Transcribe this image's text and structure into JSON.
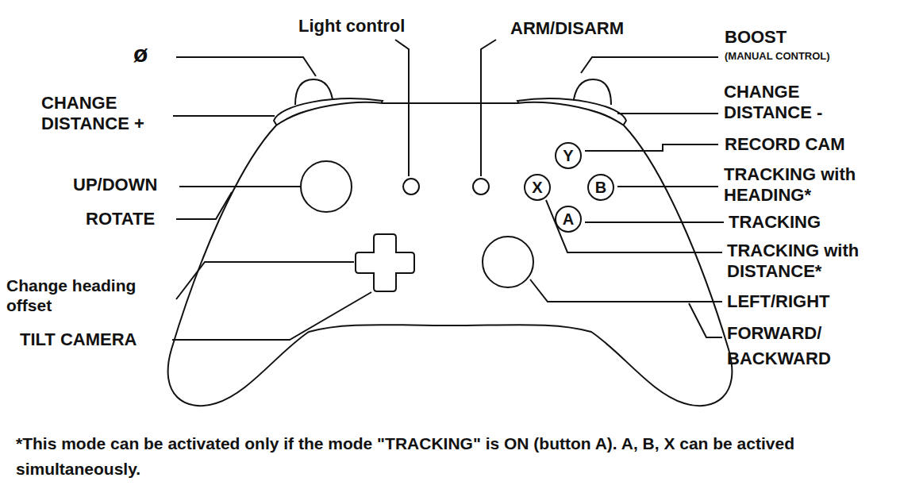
{
  "diagram": {
    "nodes": [
      {
        "text": [
          "Y"
        ]
      },
      {
        "text": [
          "X"
        ]
      },
      {
        "text": [
          "B"
        ]
      },
      {
        "text": [
          "A"
        ]
      }
    ],
    "labels": [
      "ø",
      "Light control",
      "ARM/DISARM",
      "BOOST",
      "(MANUAL CONTROL)",
      "CHANGE DISTANCE +",
      "CHANGE DISTANCE -",
      "RECORD CAM",
      "UP/DOWN",
      "ROTATE",
      "TRACKING with HEADING*",
      "TRACKING",
      "TRACKING with DISTANCE*",
      "Change heading offset",
      "TILT CAMERA",
      "LEFT/RIGHT",
      "FORWARD/ BACKWARD",
      "*This mode can be activated only if the mode \"TRACKING\" is ON (button A). A, B, X can be actived simultaneously."
    ]
  }
}
